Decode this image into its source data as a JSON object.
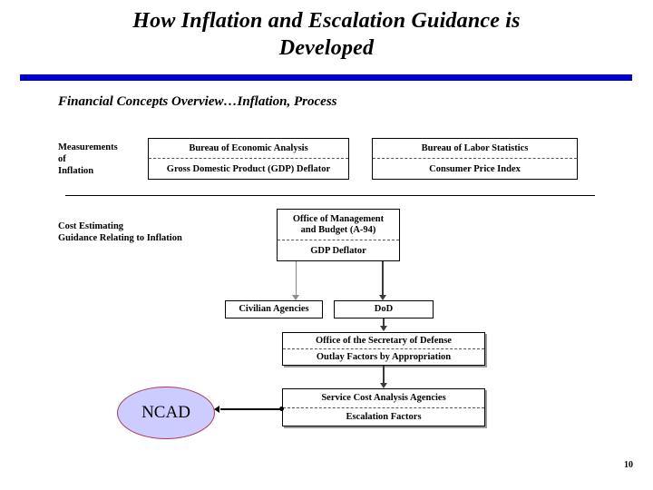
{
  "slide": {
    "title": "How Inflation and Escalation Guidance is Developed",
    "title_line1": "How Inflation and Escalation Guidance is",
    "title_line2": "Developed",
    "page_number": "10",
    "accent_color": "#0000CC",
    "oval_fill_color": "#CCCCFF",
    "oval_border_color": "#B03A5B"
  },
  "diagram": {
    "heading": "Financial Concepts Overview…Inflation, Process",
    "labels": {
      "measurements": [
        "Measurements",
        "of",
        "Inflation"
      ],
      "cost_estimating": [
        "Cost Estimating",
        "Guidance Relating to Inflation"
      ]
    },
    "boxes": {
      "bea": {
        "top": "Bureau of Economic Analysis",
        "bottom": "Gross Domestic Product (GDP) Deflator"
      },
      "bls": {
        "top": "Bureau of Labor Statistics",
        "bottom": "Consumer Price Index"
      },
      "omb": {
        "top_line1": "Office of Management",
        "top_line2": "and Budget (A-94)",
        "bottom": "GDP Deflator"
      },
      "civilian": {
        "label": "Civilian Agencies"
      },
      "dod": {
        "label": "DoD"
      },
      "osd": {
        "top": "Office of the Secretary of Defense",
        "bottom": "Outlay Factors by Appropriation"
      },
      "scaa": {
        "top": "Service Cost Analysis Agencies",
        "bottom": "Escalation Factors"
      }
    },
    "oval": {
      "label": "NCAD"
    }
  }
}
